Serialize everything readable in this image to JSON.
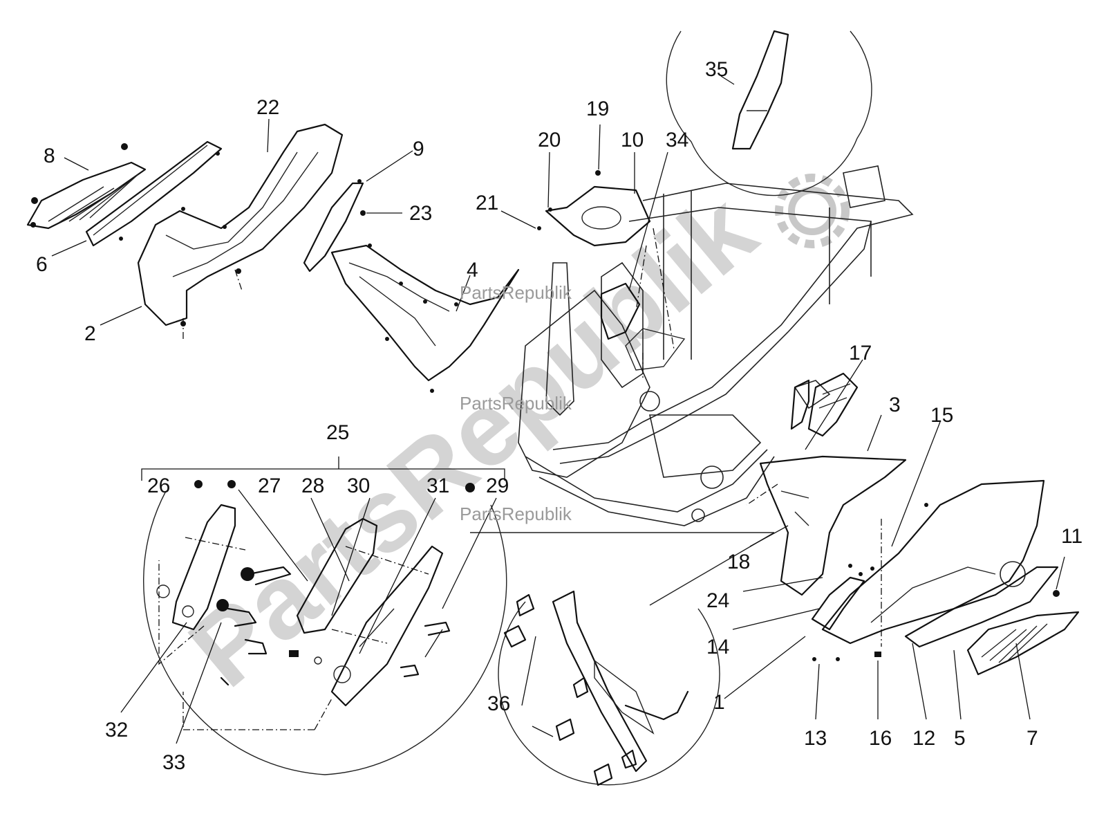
{
  "watermark": {
    "small_text": "PartsRepublik",
    "big_text": "PartsRepublik"
  },
  "labels": [
    {
      "id": "8",
      "text": "8"
    },
    {
      "id": "6",
      "text": "6"
    },
    {
      "id": "2",
      "text": "2"
    },
    {
      "id": "22",
      "text": "22"
    },
    {
      "id": "9",
      "text": "9"
    },
    {
      "id": "23",
      "text": "23"
    },
    {
      "id": "4",
      "text": "4"
    },
    {
      "id": "21",
      "text": "21"
    },
    {
      "id": "20",
      "text": "20"
    },
    {
      "id": "19",
      "text": "19"
    },
    {
      "id": "10",
      "text": "10"
    },
    {
      "id": "34",
      "text": "34"
    },
    {
      "id": "35",
      "text": "35"
    },
    {
      "id": "17",
      "text": "17"
    },
    {
      "id": "3",
      "text": "3"
    },
    {
      "id": "15",
      "text": "15"
    },
    {
      "id": "18",
      "text": "18"
    },
    {
      "id": "24",
      "text": "24"
    },
    {
      "id": "14",
      "text": "14"
    },
    {
      "id": "1",
      "text": "1"
    },
    {
      "id": "13",
      "text": "13"
    },
    {
      "id": "16",
      "text": "16"
    },
    {
      "id": "12",
      "text": "12"
    },
    {
      "id": "5",
      "text": "5"
    },
    {
      "id": "7",
      "text": "7"
    },
    {
      "id": "11",
      "text": "11"
    },
    {
      "id": "25",
      "text": "25"
    },
    {
      "id": "26",
      "text": "26"
    },
    {
      "id": "27",
      "text": "27"
    },
    {
      "id": "28",
      "text": "28"
    },
    {
      "id": "30",
      "text": "30"
    },
    {
      "id": "31",
      "text": "31"
    },
    {
      "id": "29",
      "text": "29"
    },
    {
      "id": "32",
      "text": "32"
    },
    {
      "id": "33",
      "text": "33"
    },
    {
      "id": "36",
      "text": "36"
    }
  ]
}
